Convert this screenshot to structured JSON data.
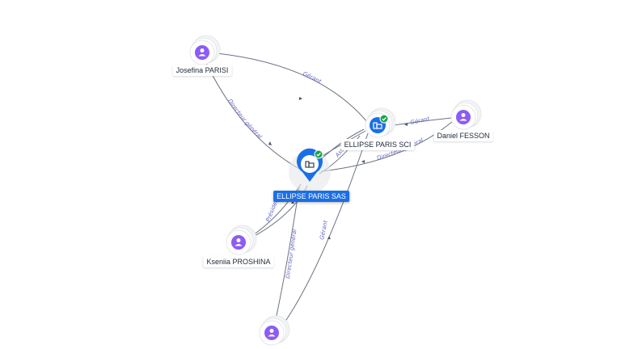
{
  "colors": {
    "person": "#8b5cf6",
    "company": "#1a6fe6",
    "verified": "#16a34a",
    "edge": "#6b7280",
    "edge_label": "#6366c8"
  },
  "nodes": {
    "josefina": {
      "label": "Josefina PARISI",
      "icon": "person-icon"
    },
    "sci": {
      "label": "ELLIPSE PARIS SCI",
      "icon": "company-icon"
    },
    "daniel": {
      "label": "Daniel FESSON",
      "icon": "person-icon"
    },
    "sas": {
      "label": "ELLIPSE PARIS SAS",
      "icon": "company-icon"
    },
    "kseniia": {
      "label": "Kseniia PROSHINA",
      "icon": "person-icon"
    },
    "bottom": {
      "label": "",
      "icon": "person-icon"
    }
  },
  "edges": {
    "josefina_sci": "Gérant",
    "josefina_sas": "Directeur général",
    "daniel_sci": "Gérant",
    "daniel_sas": "Directeur général",
    "sas_sci": "Associé",
    "kseniia_sas": "Président",
    "bottom_sas": "Directeur général",
    "bottom_sci": "Gérant"
  }
}
